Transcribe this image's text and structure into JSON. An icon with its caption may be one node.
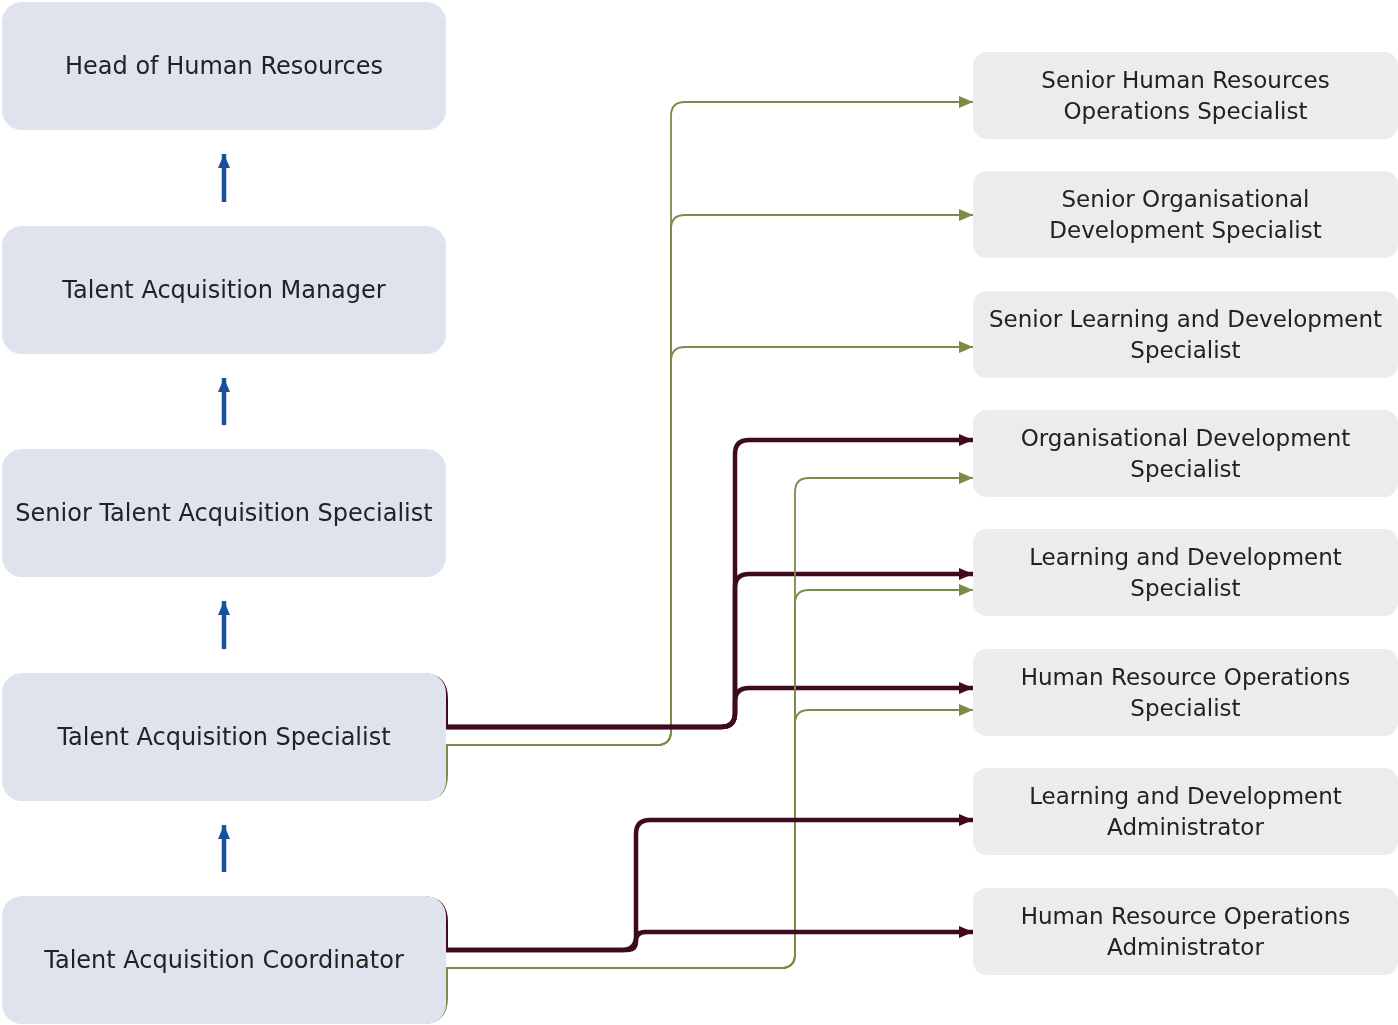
{
  "diagram": {
    "nodes": [
      {
        "text": [
          "Head of Human Resources"
        ]
      },
      {
        "text": [
          "Talent Acquisition Manager"
        ]
      },
      {
        "text": [
          "Senior Talent Acquisition Specialist"
        ]
      },
      {
        "text": [
          "Talent Acquisition Specialist"
        ]
      },
      {
        "text": [
          "Talent Acquisition Coordinator"
        ]
      },
      {
        "text": [
          "Senior Human Resources Operations Specialist"
        ]
      },
      {
        "text": [
          "Senior Organisational Development Specialist"
        ]
      },
      {
        "text": [
          "Senior Learning and Development Specialist"
        ]
      },
      {
        "text": [
          "Organisational Development Specialist"
        ]
      },
      {
        "text": [
          "Learning and Development Specialist"
        ]
      },
      {
        "text": [
          "Human Resource Operations Specialist"
        ]
      },
      {
        "text": [
          "Learning and Development Administrator"
        ]
      },
      {
        "text": [
          "Human Resource Operations Administrator"
        ]
      }
    ],
    "edges": [
      {
        "from": 1,
        "to": 0,
        "arrow": "to",
        "color": "#1b4f9e"
      },
      {
        "from": 2,
        "to": 1,
        "arrow": "to",
        "color": "#1b4f9e"
      },
      {
        "from": 3,
        "to": 2,
        "arrow": "to",
        "color": "#1b4f9e"
      },
      {
        "from": 4,
        "to": 3,
        "arrow": "to",
        "color": "#1b4f9e"
      },
      {
        "from": 3,
        "to": 5,
        "arrow": "to"
      },
      {
        "from": 3,
        "to": 6,
        "arrow": "to"
      },
      {
        "from": 3,
        "to": 7,
        "arrow": "to"
      },
      {
        "from": 3,
        "to": 8,
        "arrow": "to",
        "color": "#3f0a1f"
      },
      {
        "from": 3,
        "to": 9,
        "arrow": "to",
        "color": "#3f0a1f"
      },
      {
        "from": 3,
        "to": 10,
        "arrow": "to",
        "color": "#3f0a1f"
      },
      {
        "from": 4,
        "to": 8,
        "arrow": "to"
      },
      {
        "from": 4,
        "to": 9,
        "arrow": "to"
      },
      {
        "from": 4,
        "to": 10,
        "arrow": "to"
      },
      {
        "from": 4,
        "to": 11,
        "arrow": "to",
        "color": "#3f0a1f"
      },
      {
        "from": 4,
        "to": 12,
        "arrow": "to",
        "color": "#3f0a1f"
      }
    ]
  }
}
